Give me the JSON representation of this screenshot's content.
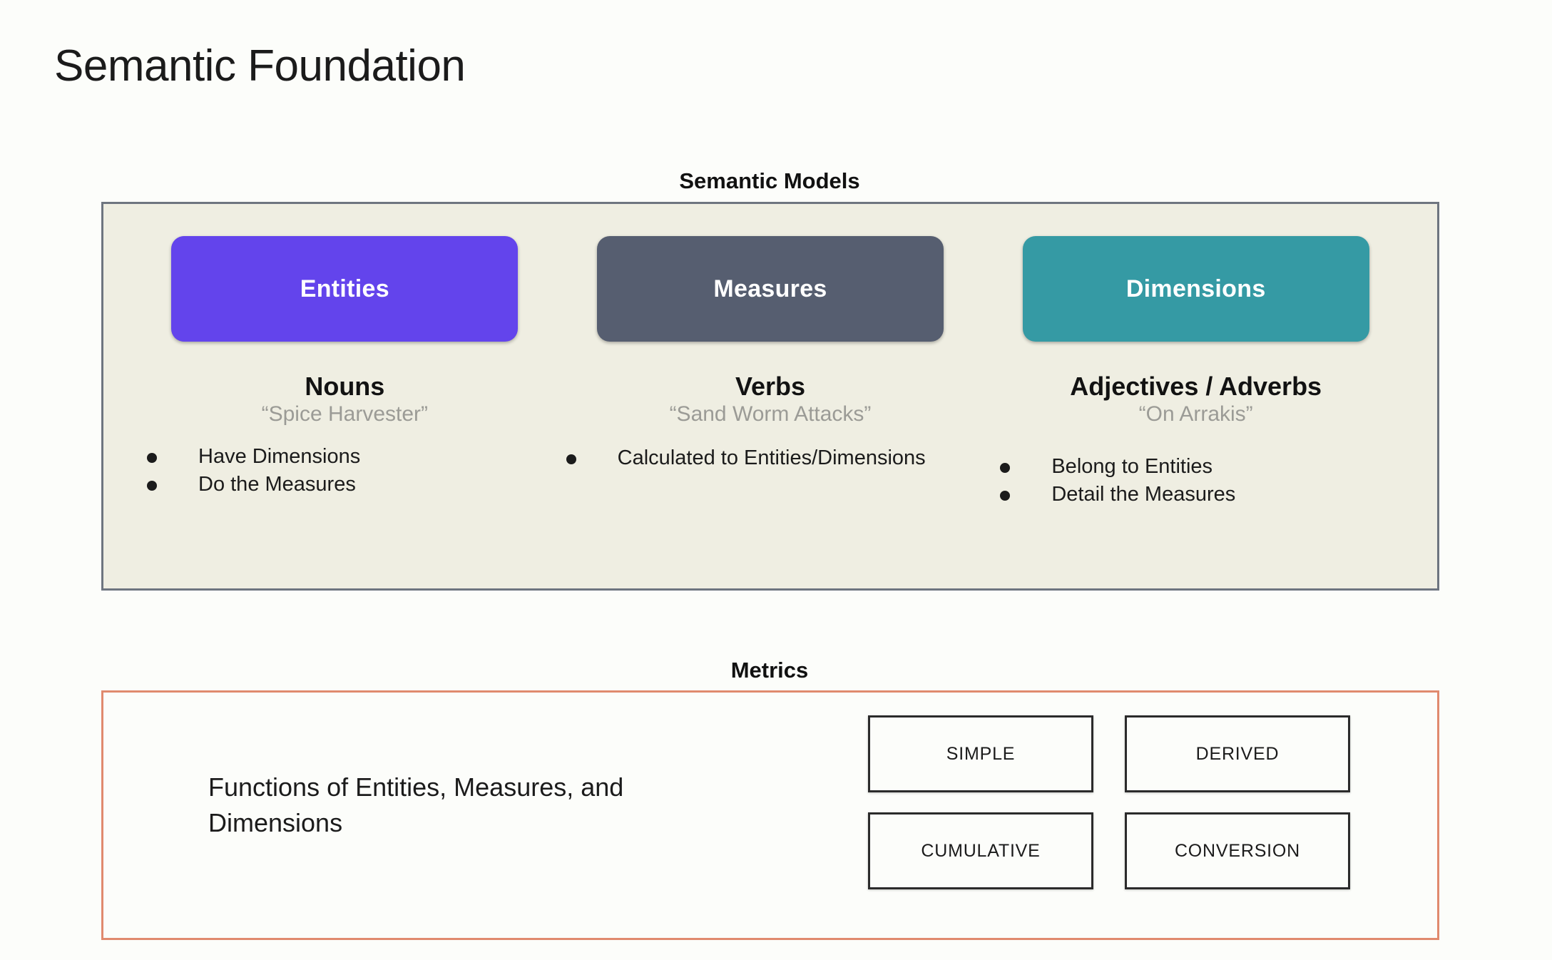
{
  "slide": {
    "title": "Semantic Foundation",
    "background_color": "#FCFDFA"
  },
  "semantic_models": {
    "heading": "Semantic Models",
    "panel_background": "#EFEEE2",
    "panel_border_color": "#6E7580",
    "columns": [
      {
        "pill_label": "Entities",
        "pill_color": "#6344EC",
        "part_of_speech": "Nouns",
        "example": "“Spice Harvester”",
        "bullets": [
          "Have Dimensions",
          "Do the Measures"
        ]
      },
      {
        "pill_label": "Measures",
        "pill_color": "#565E70",
        "part_of_speech": "Verbs",
        "example": "“Sand Worm Attacks”",
        "bullets": [
          "Calculated to Entities/Dimensions"
        ]
      },
      {
        "pill_label": "Dimensions",
        "pill_color": "#359AA4",
        "part_of_speech": "Adjectives / Adverbs",
        "example": "“On Arrakis”",
        "bullets": [
          "Belong to Entities",
          "Detail the Measures"
        ]
      }
    ]
  },
  "metrics": {
    "heading": "Metrics",
    "panel_border_color": "#E08A6E",
    "description": "Functions of Entities, Measures, and Dimensions",
    "types": [
      "SIMPLE",
      "DERIVED",
      "CUMULATIVE",
      "CONVERSION"
    ]
  }
}
